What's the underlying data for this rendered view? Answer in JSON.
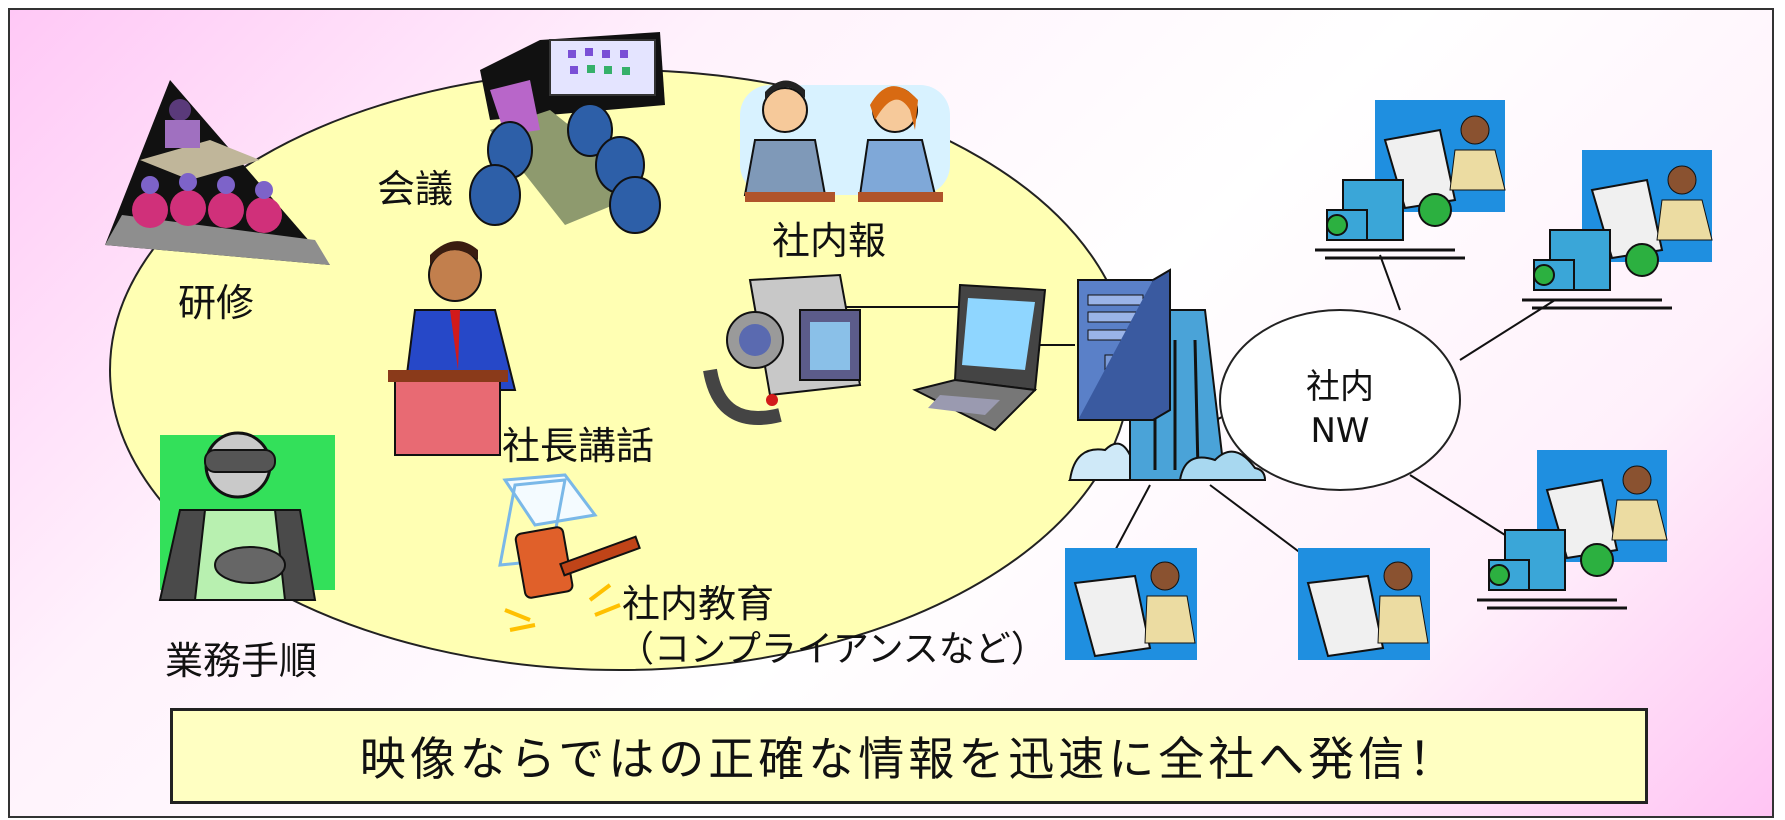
{
  "labels": {
    "kenshu": "研修",
    "kaigi": "会議",
    "shanaihou": "社内報",
    "shachou_kouwa": "社長講話",
    "gyoumu_tejun": "業務手順",
    "shanai_kyouiku": "社内教育",
    "compliance": "（コンプライアンスなど）",
    "network_line1": "社内",
    "network_line2": "NW"
  },
  "banner": {
    "text": "映像ならではの正確な情報を迅速に全社へ発信！"
  },
  "colors": {
    "ellipse": "#ffffb3",
    "banner_bg": "#ffffc2",
    "building": "#4aa3d8",
    "sky": "#1f8fe0"
  }
}
